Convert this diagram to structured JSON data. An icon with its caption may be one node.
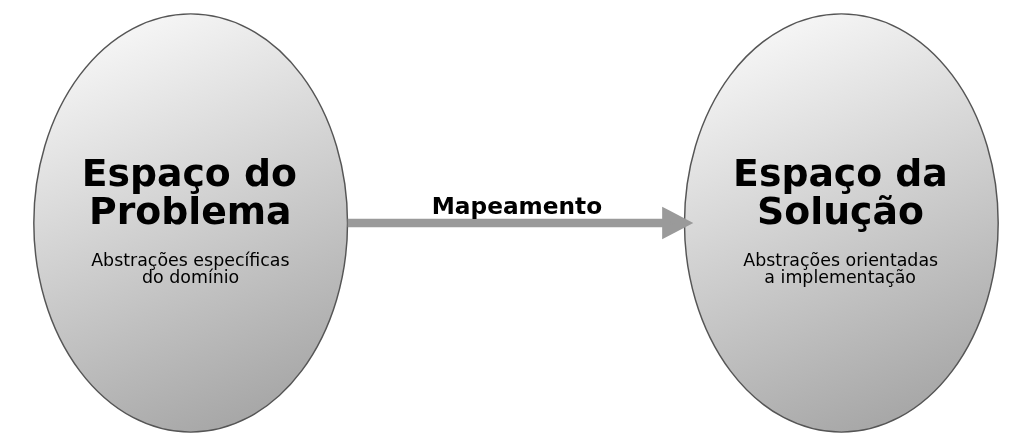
{
  "diagram": {
    "nodes": [
      {
        "text": [
          "Espaço do Problema",
          "Abstrações específicas do domínio"
        ]
      },
      {
        "text": [
          "Espaço da Solução",
          "Abstrações orientadas a implementação"
        ]
      }
    ],
    "edges": [
      {
        "from": 0,
        "to": 1,
        "arrow": "to",
        "label": "Mapeamento"
      }
    ]
  }
}
